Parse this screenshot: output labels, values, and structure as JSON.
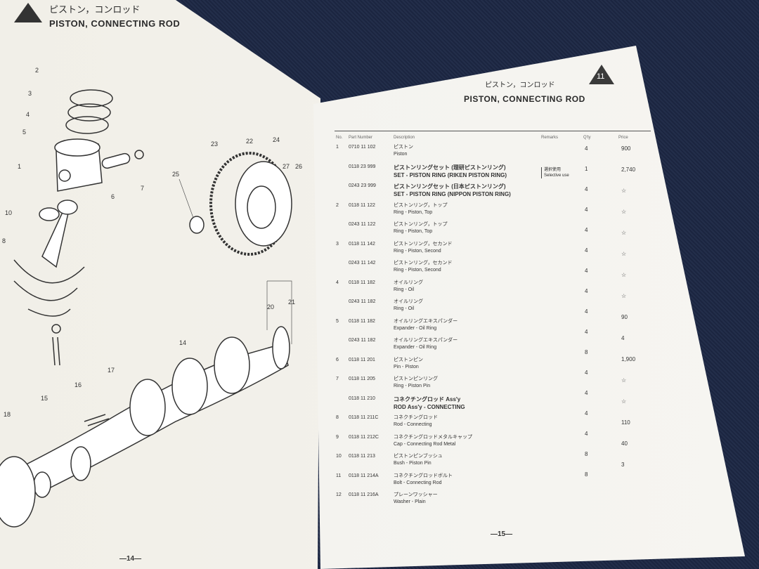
{
  "left_page": {
    "header_jp": "ピストン，コンロッド",
    "header_en": "PISTON, CONNECTING ROD",
    "page_number": "—14—",
    "callouts": [
      "2",
      "3",
      "4",
      "5",
      "1",
      "6",
      "7",
      "10",
      "8",
      "25",
      "23",
      "22",
      "24",
      "27",
      "26",
      "20",
      "21",
      "14",
      "17",
      "16",
      "15",
      "18"
    ]
  },
  "right_page": {
    "badge": "11",
    "header_jp": "ピストン，コンロッド",
    "header_en": "PISTON, CONNECTING ROD",
    "columns": {
      "no": "No.",
      "part_number": "Part Number",
      "description": "Description",
      "qty": "Q'ty",
      "remarks": "Remarks",
      "price": "Price"
    },
    "remark": {
      "jp": "選択使用",
      "en": "Selective use"
    },
    "rows": [
      {
        "no": "1",
        "part": "0710 11 102",
        "jp": "ピストン",
        "en": "Piston"
      },
      {
        "no": "",
        "part": "0118 23 999",
        "jp": "ピストンリングセット (理研ピストンリング)",
        "en": "SET - PISTON RING (RIKEN PISTON RING)"
      },
      {
        "no": "",
        "part": "0243 23 999",
        "jp": "ピストンリングセット (日本ピストンリング)",
        "en": "SET - PISTON RING (NIPPON PISTON RING)"
      },
      {
        "no": "2",
        "part": "0118 11 122",
        "jp": "ピストンリング，トップ",
        "en": "Ring - Piston, Top"
      },
      {
        "no": "",
        "part": "0243 11 122",
        "jp": "ピストンリング，トップ",
        "en": "Ring - Piston, Top"
      },
      {
        "no": "3",
        "part": "0118 11 142",
        "jp": "ピストンリング，セカンド",
        "en": "Ring - Piston, Second"
      },
      {
        "no": "",
        "part": "0243 11 142",
        "jp": "ピストンリング，セカンド",
        "en": "Ring - Piston, Second"
      },
      {
        "no": "4",
        "part": "0118 11 182",
        "jp": "オイルリング",
        "en": "Ring - Oil"
      },
      {
        "no": "",
        "part": "0243 11 182",
        "jp": "オイルリング",
        "en": "Ring - Oil"
      },
      {
        "no": "5",
        "part": "0118 11 182",
        "jp": "オイルリングエキスパンダー",
        "en": "Expander - Oil Ring"
      },
      {
        "no": "",
        "part": "0243 11 182",
        "jp": "オイルリングエキスパンダー",
        "en": "Expander - Oil Ring"
      },
      {
        "no": "6",
        "part": "0118 11 201",
        "jp": "ピストンピン",
        "en": "Pin - Piston"
      },
      {
        "no": "7",
        "part": "0118 11 205",
        "jp": "ピストンピンリング",
        "en": "Ring - Piston Pin"
      },
      {
        "no": "",
        "part": "0118 11 210",
        "jp": "コネクチングロッド Ass'y",
        "en": "ROD Ass'y - CONNECTING"
      },
      {
        "no": "8",
        "part": "0118 11 211C",
        "jp": "コネクチングロッド",
        "en": "Rod - Connecting"
      },
      {
        "no": "9",
        "part": "0118 11 212C",
        "jp": "コネクチングロッドメタルキャップ",
        "en": "Cap - Connecting Rod Metal"
      },
      {
        "no": "10",
        "part": "0118 11 213",
        "jp": "ピストンピンブッシュ",
        "en": "Bush - Piston Pin"
      },
      {
        "no": "11",
        "part": "0118 11 214A",
        "jp": "コネクチングロッドボルト",
        "en": "Bolt - Connecting Rod"
      },
      {
        "no": "12",
        "part": "0118 11 216A",
        "jp": "プレーンワッシャー",
        "en": "Washer - Plain"
      }
    ],
    "qty_values": [
      "4",
      "1",
      "4",
      "4",
      "4",
      "4",
      "4",
      "4",
      "4",
      "4",
      "8",
      "4",
      "4",
      "4",
      "4",
      "8",
      "8"
    ],
    "price_values": [
      "900",
      "2,740",
      "☆",
      "☆",
      "☆",
      "☆",
      "☆",
      "☆",
      "90",
      "4",
      "1,900",
      "☆",
      "☆",
      "110",
      "40",
      "3"
    ],
    "page_number": "—15—"
  }
}
